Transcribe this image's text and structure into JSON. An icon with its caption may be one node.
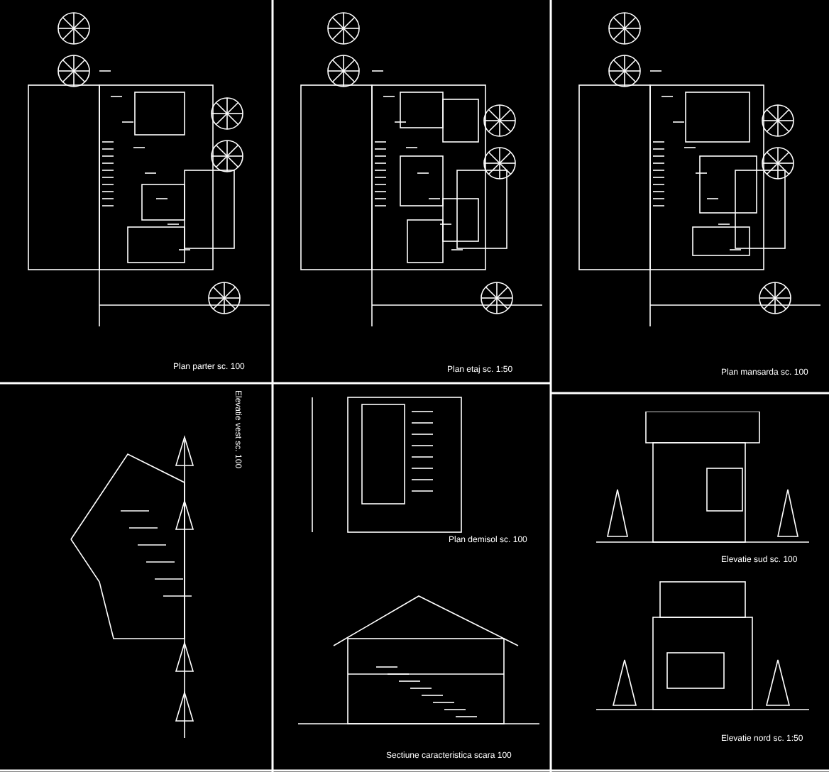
{
  "diagram": {
    "labels": [
      "Plan parter sc. 100",
      "Plan etaj sc. 1:50",
      "Plan mansarda sc. 100",
      "Elevatie vest sc. 100",
      "Plan demisol sc. 100",
      "Elevatie sud sc. 100",
      "Sectiune caracteristica scara 100",
      "Elevatie nord sc. 1:50"
    ]
  }
}
